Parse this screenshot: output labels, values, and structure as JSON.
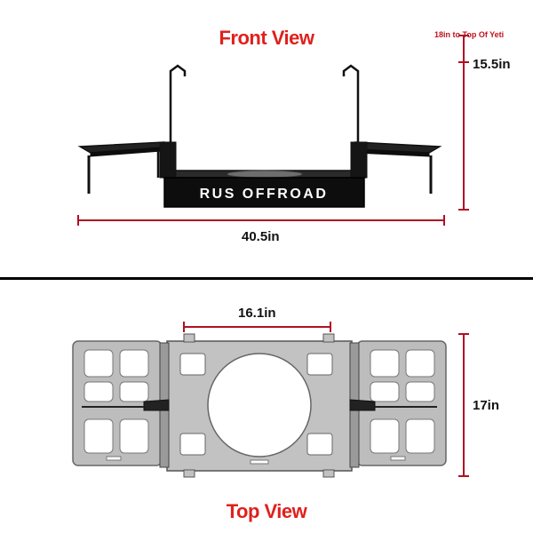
{
  "views": {
    "front": {
      "title": "Front View",
      "note": "18in to Top Of Yeti",
      "height_label": "15.5in",
      "width_label": "40.5in",
      "logo_text": "RUS OFFROAD"
    },
    "top": {
      "title": "Top View",
      "width_label": "16.1in",
      "height_label": "17in"
    }
  },
  "colors": {
    "accent": "#e0201c",
    "dimension_line": "#b01022",
    "rack_black": "#111111",
    "plate_gray": "#bdbdbd"
  }
}
